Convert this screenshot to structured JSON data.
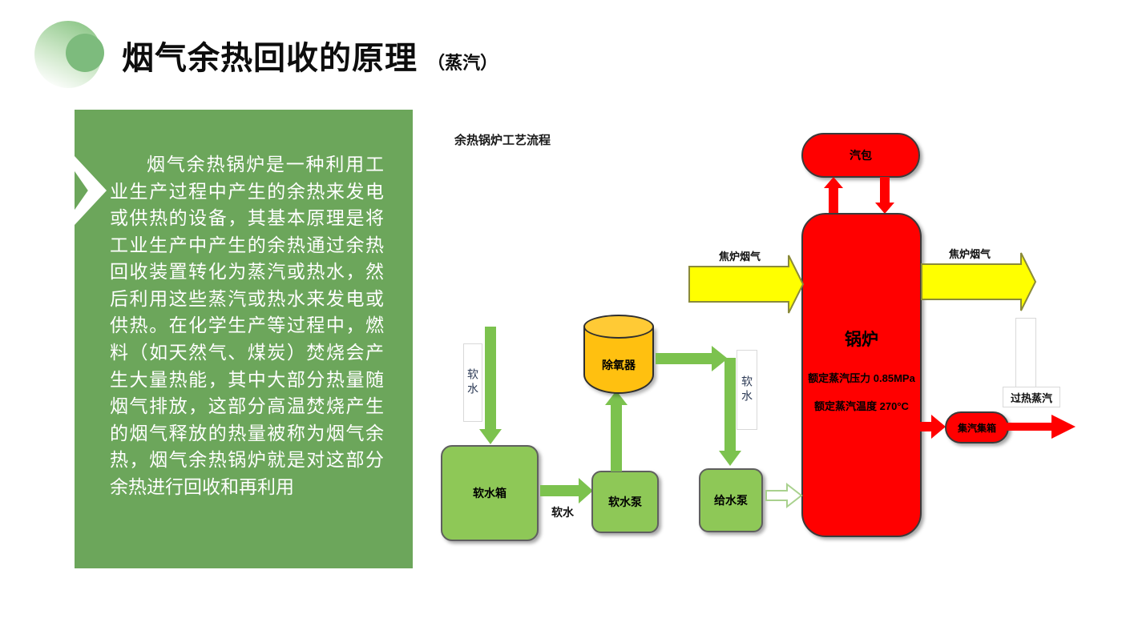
{
  "slide": {
    "title": "烟气余热回收的原理",
    "title_suffix": "（蒸汽）",
    "intro_text": "烟气余热锅炉是一种利用工业生产过程中产生的余热来发电或供热的设备，其基本原理是将工业生产中产生的余热通过余热回收装置转化为蒸汽或热水，然后利用这些蒸汽或热水来发电或供热。在化学生产等过程中，燃料（如天然气、煤炭）焚烧会产生大量热能，其中大部分热量随烟气排放，这部分高温焚烧产生的烟气释放的热量被称为烟气余热，烟气余热锅炉就是对这部分余热进行回收和再利用"
  },
  "diagram": {
    "title": "余热锅炉工艺流程",
    "steam_drum": "汽包",
    "boiler": {
      "name": "锅炉",
      "spec_pressure": "额定蒸汽压力 0.85MPa",
      "spec_temperature": "额定蒸汽温度 270°C"
    },
    "flue_gas_in": "焦炉烟气",
    "flue_gas_out": "焦炉烟气",
    "soft_water_tank": "软水箱",
    "soft_water_pump": "软水泵",
    "feed_water_pump": "给水泵",
    "deaerator": "除氧器",
    "steam_header": "集汽集箱",
    "superheated_steam": "过热蒸汽",
    "soft_water_label_left": "软水",
    "soft_water_label_mid": "软水",
    "soft_water_label_right": "软水"
  },
  "colors": {
    "panel_green": "#6ca65b",
    "box_green": "#8ec857",
    "arrow_green": "#7cc24e",
    "red": "#ff0000",
    "yellow": "#ffff00",
    "orange": "#ffc010"
  }
}
